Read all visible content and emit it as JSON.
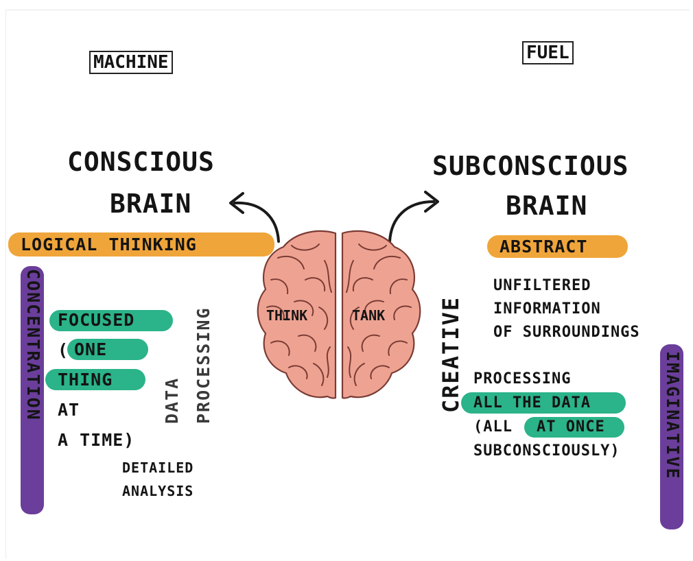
{
  "labels": {
    "machine": "MACHINE",
    "fuel": "FUEL",
    "conscious_line1": "CONSCIOUS",
    "conscious_line2": "BRAIN",
    "subconscious_line1": "SUBCONSCIOUS",
    "subconscious_line2": "BRAIN",
    "logical_thinking": "LOGICAL THINKING",
    "abstract": "ABSTRACT",
    "concentration": "CONCENTRATION",
    "imaginative": "IMAGINATIVE",
    "creative": "CREATIVE",
    "data": "DATA",
    "processing_vertical": "PROCESSING",
    "think": "THINK",
    "tank": "TANK"
  },
  "conscious_list": {
    "focused": "FOCUSED",
    "open_paren": "(",
    "one": "ONE",
    "thing": "THING",
    "at": "AT",
    "a_time": "A TIME)",
    "detailed": "DETAILED",
    "analysis": "ANALYSIS"
  },
  "subconscious_list": {
    "unfiltered": "UNFILTERED",
    "information": "INFORMATION",
    "of_surroundings": "OF SURROUNDINGS",
    "processing": "PROCESSING",
    "all_the_data": "ALL THE DATA",
    "all_open": "(ALL",
    "at_once": "AT ONCE",
    "subconsciously": "SUBCONSCIOUSLY)"
  },
  "colors": {
    "orange": "#f0a53a",
    "green": "#2bb389",
    "purple": "#6a3e9a",
    "brain": "#eea392",
    "brain_outline": "#7a3b34"
  }
}
